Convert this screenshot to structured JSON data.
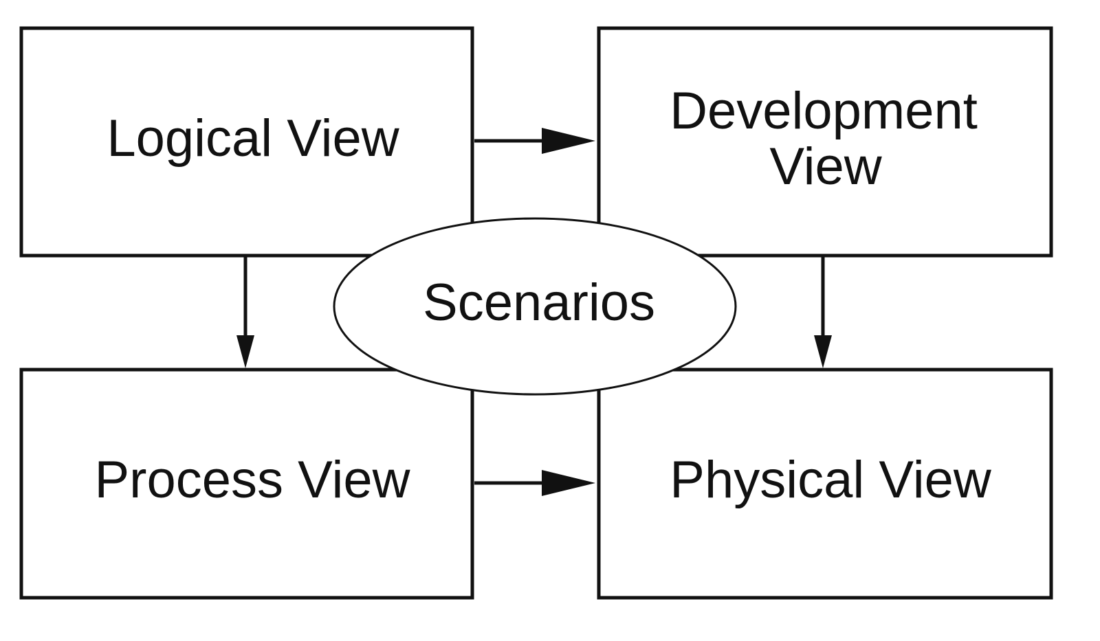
{
  "diagram": {
    "nodes": {
      "logical": {
        "label": "Logical View"
      },
      "development": {
        "label_line1": "Development",
        "label_line2": "View"
      },
      "process": {
        "label": "Process View"
      },
      "physical": {
        "label": "Physical View"
      },
      "scenarios": {
        "label": "Scenarios"
      }
    },
    "edges": [
      {
        "from": "Logical View",
        "to": "Development View"
      },
      {
        "from": "Logical View",
        "to": "Process View"
      },
      {
        "from": "Development View",
        "to": "Physical View"
      },
      {
        "from": "Process View",
        "to": "Physical View"
      }
    ]
  },
  "colors": {
    "stroke": "#111111",
    "background": "#ffffff"
  }
}
